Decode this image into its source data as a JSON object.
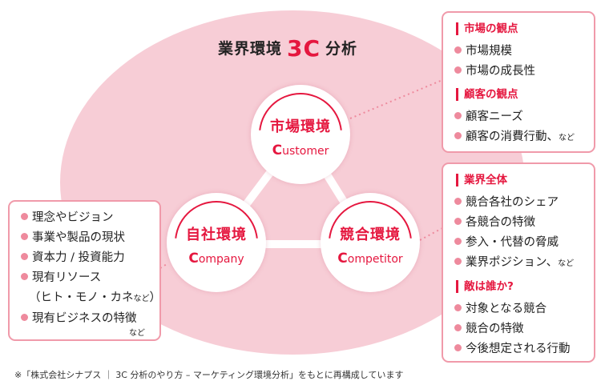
{
  "title": {
    "prefix": "業界環境",
    "accent": "3C",
    "suffix": "分析"
  },
  "circles": {
    "customer": {
      "jp": "市場環境",
      "en_initial": "C",
      "en_rest": "ustomer"
    },
    "company": {
      "jp": "自社環境",
      "en_initial": "C",
      "en_rest": "ompany"
    },
    "competitor": {
      "jp": "競合環境",
      "en_initial": "C",
      "en_rest": "ompetitor"
    }
  },
  "customer_box": {
    "sections": [
      {
        "heading": "市場の観点",
        "items": [
          "市場規模",
          "市場の成長性"
        ]
      },
      {
        "heading": "顧客の観点",
        "items": [
          "顧客ニーズ",
          "顧客の消費行動、"
        ],
        "suffix": "など"
      }
    ]
  },
  "competitor_box": {
    "sections": [
      {
        "heading": "業界全体",
        "items": [
          "競合各社のシェア",
          "各競合の特徴",
          "参入・代替の脅威",
          "業界ポジション、"
        ],
        "suffix": "など"
      },
      {
        "heading": "敵は誰か?",
        "items": [
          "対象となる競合",
          "競合の特徴",
          "今後想定される行動"
        ]
      }
    ]
  },
  "company_box": {
    "items": [
      "理念やビジョン",
      "事業や製品の現状",
      "資本力 / 投資能力",
      "現有リソース"
    ],
    "resources_detail": "（ヒト・モノ・カネ",
    "resources_small": "など",
    "resources_close": "）",
    "last_item": "現有ビジネスの特徴",
    "suffix": "など"
  },
  "footnote": "※「株式会社シナプス ｜ 3C 分析のやり方 – マーケティング環境分析」をもとに再構成しています",
  "colors": {
    "accent": "#e5173f",
    "ellipse": "#f7cdd6",
    "bullet": "#ee8a9d",
    "border": "#f09aaa"
  }
}
